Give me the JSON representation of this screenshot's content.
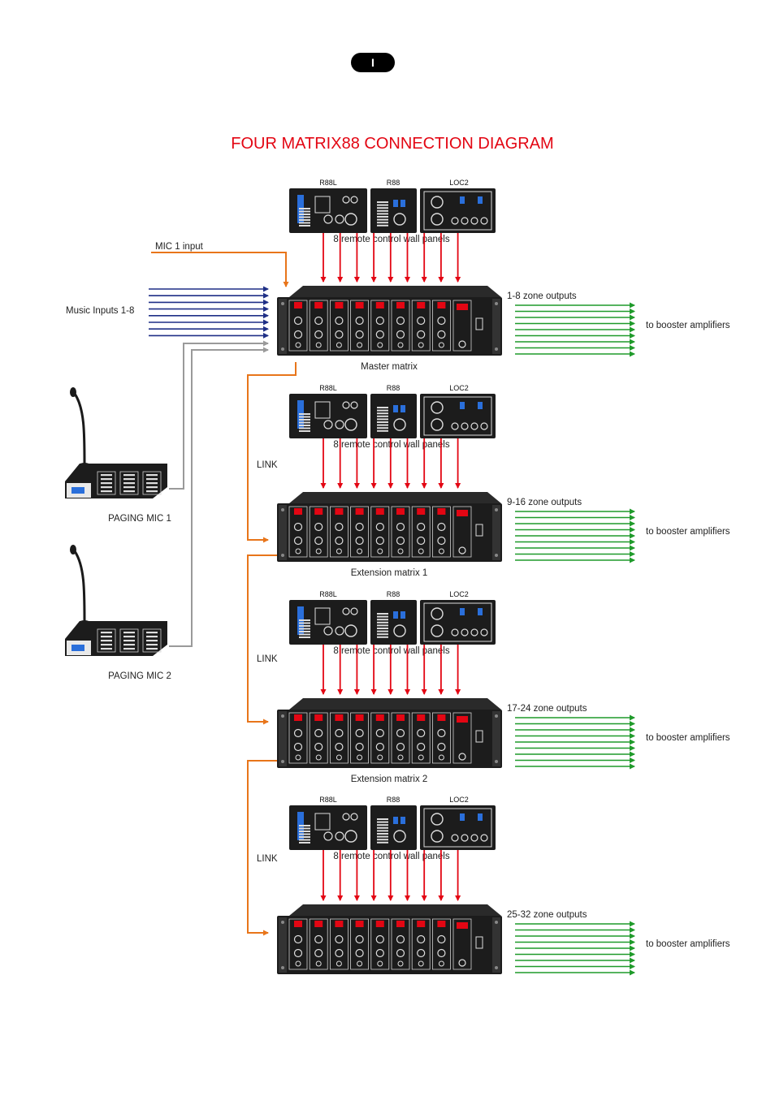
{
  "page_badge": "I",
  "title": "FOUR MATRIX88 CONNECTION DIAGRAM",
  "mic1_input_label": "MIC 1 input",
  "music_inputs_label": "Music Inputs 1-8",
  "link_label": "LINK",
  "booster_label": "to booster amplifiers",
  "panels_label": "8 remote control wall panels",
  "panel_names": [
    "R88L",
    "R88",
    "LOC2"
  ],
  "paging_mics": [
    "PAGING MIC 1",
    "PAGING MIC 2"
  ],
  "matrices": [
    {
      "caption": "Master matrix",
      "zone_label": "1-8 zone outputs"
    },
    {
      "caption": "Extension matrix 1",
      "zone_label": "9-16 zone outputs"
    },
    {
      "caption": "Extension matrix 2",
      "zone_label": "17-24  zone outputs"
    },
    {
      "caption": "",
      "zone_label": "25-32  zone outputs"
    }
  ],
  "colors": {
    "title": "#e30613",
    "control_arrows": "#e30613",
    "music_arrows": "#1f2f86",
    "zone_arrows": "#1f9a2a",
    "link_lines": "#e8751a",
    "paging_lines": "#9a9a9a",
    "device": "#1c1c1c"
  }
}
